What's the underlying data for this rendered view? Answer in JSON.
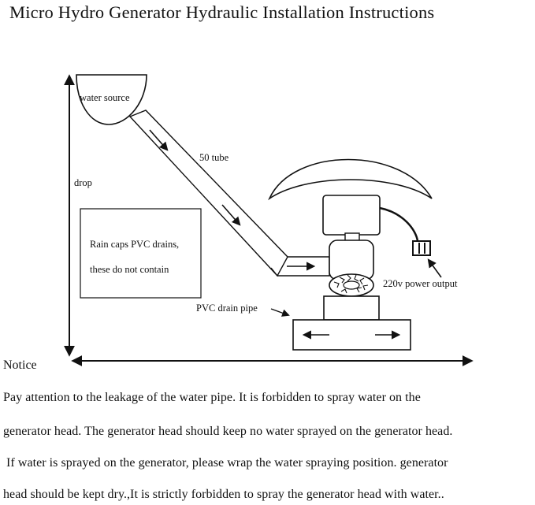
{
  "title": "Micro Hydro Generator Hydraulic Installation Instructions",
  "labels": {
    "water_source": "water source",
    "tube": "50 tube",
    "drop": "drop",
    "rain_caps_line1": "Rain caps PVC drains,",
    "rain_caps_line2": "these do not contain",
    "power_output": "220v power output",
    "drain_pipe": "PVC drain pipe"
  },
  "notice": {
    "heading": "Notice",
    "lines": [
      "Pay attention to the leakage of the water pipe. It is forbidden to spray water on the",
      "generator head. The generator head should keep no water sprayed on the generator head.",
      " If water is sprayed on the generator, please wrap the water spraying position. generator",
      "head should be kept dry.,It is strictly forbidden to spray the generator head with water.."
    ]
  }
}
